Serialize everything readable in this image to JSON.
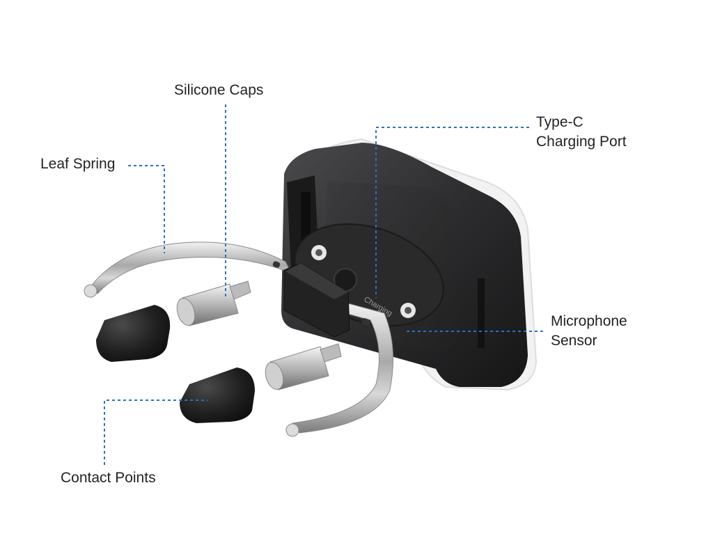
{
  "labels": {
    "silicone_caps": "Silicone Caps",
    "type_c_line1": "Type-C",
    "type_c_line2": "Charging Port",
    "leaf_spring": "Leaf Spring",
    "microphone_line1": "Microphone",
    "microphone_line2": "Sensor",
    "contact_points": "Contact Points"
  },
  "device": {
    "port_text": "Charging"
  },
  "colors": {
    "leader_line": "#2a6fc9",
    "label_text": "#222222",
    "housing": "#2b2b2d",
    "metal": "#c8c8c8",
    "cap": "#1e1e1e"
  }
}
